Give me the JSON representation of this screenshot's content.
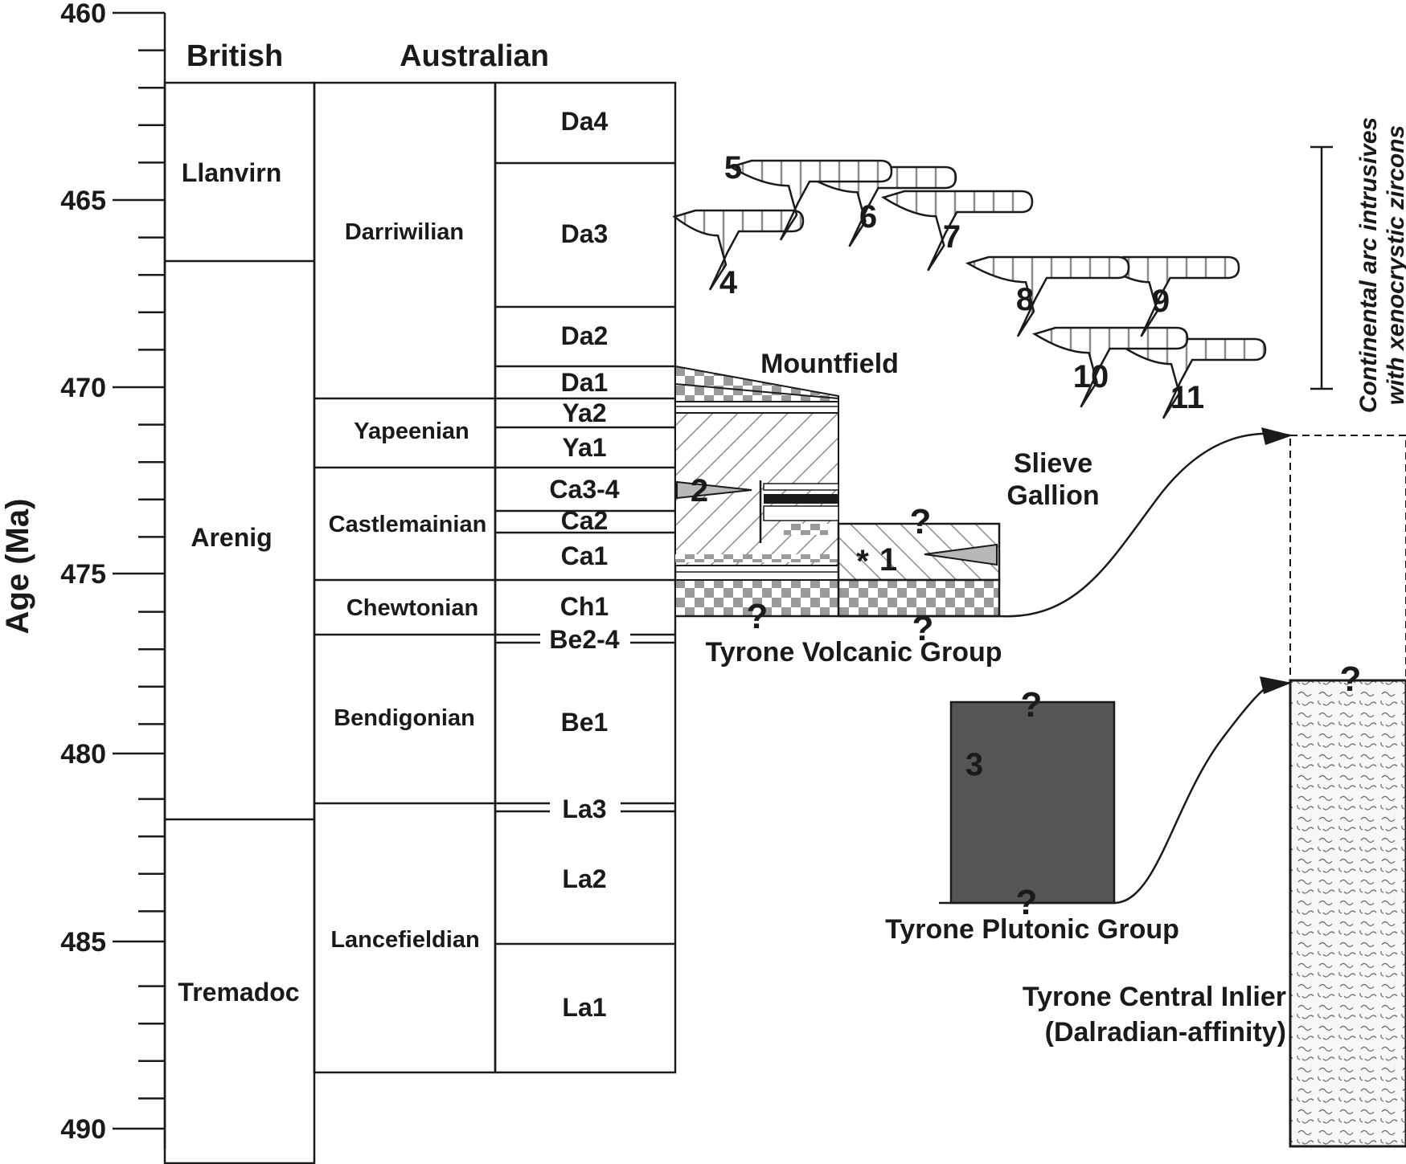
{
  "axis": {
    "title": "Age (Ma)",
    "ticks": [
      "460",
      "465",
      "470",
      "475",
      "480",
      "485",
      "490"
    ]
  },
  "headers": {
    "british": "British",
    "australian": "Australian"
  },
  "british_stages": [
    "Llanvirn",
    "Arenig",
    "Tremadoc"
  ],
  "australian_stages": [
    "Darriwilian",
    "Yapeenian",
    "Castlemainian",
    "Chewtonian",
    "Bendigonian",
    "Lancefieldian"
  ],
  "zones": [
    "Da4",
    "Da3",
    "Da2",
    "Da1",
    "Ya2",
    "Ya1",
    "Ca3-4",
    "Ca2",
    "Ca1",
    "Ch1",
    "Be2-4",
    "Be1",
    "La3",
    "La2",
    "La1"
  ],
  "units": {
    "mountfield": "Mountfield",
    "slieve_gallion_1": "Slieve",
    "slieve_gallion_2": "Gallion",
    "volcanic": "Tyrone Volcanic Group",
    "plutonic": "Tyrone Plutonic Group",
    "inlier_1": "Tyrone Central Inlier",
    "inlier_2": "(Dalradian-affinity)"
  },
  "numbers": [
    "1",
    "2",
    "3",
    "4",
    "5",
    "6",
    "7",
    "8",
    "9",
    "10",
    "11"
  ],
  "question_mark": "?",
  "asterisk": "*",
  "intrusives_note": {
    "line1": "Continental arc intrusives",
    "line2": "with xenocrystic zircons"
  }
}
